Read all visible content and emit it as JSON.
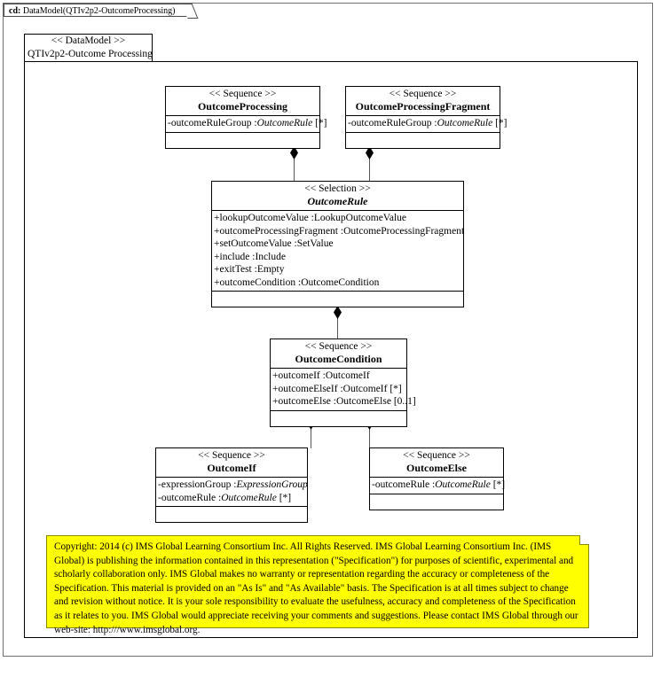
{
  "diagram": {
    "kind_label": "cd:",
    "title": "DataModel(QTIv2p2-OutcomeProcessing)"
  },
  "package": {
    "stereotype": "<< DataModel >>",
    "name": "QTIv2p2-Outcome Processing"
  },
  "classes": [
    {
      "id": "outcome-processing",
      "stereotype": "<< Sequence >>",
      "name": "OutcomeProcessing",
      "abstract": false,
      "attributes": [
        {
          "visibility": "-",
          "name": "outcomeRuleGroup",
          "sep": " :",
          "type": "OutcomeRule",
          "type_italic": true,
          "multiplicity": " [*]"
        }
      ]
    },
    {
      "id": "outcome-processing-fragment",
      "stereotype": "<< Sequence >>",
      "name": "OutcomeProcessingFragment",
      "abstract": false,
      "attributes": [
        {
          "visibility": "-",
          "name": "outcomeRuleGroup",
          "sep": "  :",
          "type": "OutcomeRule",
          "type_italic": true,
          "multiplicity": " [*]"
        }
      ]
    },
    {
      "id": "outcome-rule",
      "stereotype": "<< Selection  >>",
      "name": "OutcomeRule",
      "abstract": true,
      "attributes": [
        {
          "visibility": "+",
          "name": "lookupOutcomeValue",
          "sep": "  :",
          "type": "LookupOutcomeValue",
          "type_italic": false,
          "multiplicity": ""
        },
        {
          "visibility": "+",
          "name": "outcomeProcessingFragment",
          "sep": "   :",
          "type": "OutcomeProcessingFragment",
          "type_italic": false,
          "multiplicity": ""
        },
        {
          "visibility": "+",
          "name": "setOutcomeValue",
          "sep": "  :",
          "type": "SetValue",
          "type_italic": false,
          "multiplicity": ""
        },
        {
          "visibility": "+",
          "name": "include",
          "sep": "  :",
          "type": "Include",
          "type_italic": false,
          "multiplicity": ""
        },
        {
          "visibility": "+",
          "name": "exitTest",
          "sep": "  :",
          "type": "Empty",
          "type_italic": false,
          "multiplicity": ""
        },
        {
          "visibility": "+",
          "name": "outcomeCondition",
          "sep": "  :",
          "type": "OutcomeCondition",
          "type_italic": false,
          "multiplicity": ""
        }
      ]
    },
    {
      "id": "outcome-condition",
      "stereotype": "<< Sequence >>",
      "name": "OutcomeCondition",
      "abstract": false,
      "attributes": [
        {
          "visibility": "+",
          "name": "outcomeIf",
          "sep": " :",
          "type": "OutcomeIf",
          "type_italic": false,
          "multiplicity": ""
        },
        {
          "visibility": "+",
          "name": "outcomeElseIf",
          "sep": "  :",
          "type": "OutcomeIf",
          "type_italic": false,
          "multiplicity": " [*]"
        },
        {
          "visibility": "+",
          "name": "outcomeElse",
          "sep": "  :",
          "type": "OutcomeElse",
          "type_italic": false,
          "multiplicity": " [0..1]"
        }
      ]
    },
    {
      "id": "outcome-if",
      "stereotype": "<< Sequence >>",
      "name": "OutcomeIf",
      "abstract": false,
      "attributes": [
        {
          "visibility": "-",
          "name": "expressionGroup",
          "sep": "  :",
          "type": "ExpressionGroup",
          "type_italic": true,
          "multiplicity": ""
        },
        {
          "visibility": "-",
          "name": "outcomeRule",
          "sep": "  :",
          "type": "OutcomeRule",
          "type_italic": true,
          "multiplicity": " [*]"
        }
      ]
    },
    {
      "id": "outcome-else",
      "stereotype": "<< Sequence >>",
      "name": "OutcomeElse",
      "abstract": false,
      "attributes": [
        {
          "visibility": "-",
          "name": "outcomeRule",
          "sep": "  :",
          "type": "OutcomeRule",
          "type_italic": true,
          "multiplicity": " [*]"
        }
      ]
    }
  ],
  "note": {
    "text": "Copyright: 2014 (c) IMS Global Learning Consortium Inc.  All Rights Reserved.  IMS Global Learning Consortium Inc. (IMS Global) is publishing the information contained in this representation (\"Specification\") for purposes of scientific, experimental and scholarly collaboration only.  IMS Global makes no warranty or representation regarding the accuracy or completeness of the Specification.  This material is provided on an \"As Is\" and \"As Available\" basis.  The Specification is at all times subject to change and revision without notice.  It is your sole responsibility to evaluate the usefulness, accuracy and completeness of the Specification as it relates to you.  IMS Global would appreciate receiving your comments and suggestions.  Please contact IMS Global through our web-site: http:///www.imsglobal.org.",
    "background_color": "#ffff00"
  }
}
